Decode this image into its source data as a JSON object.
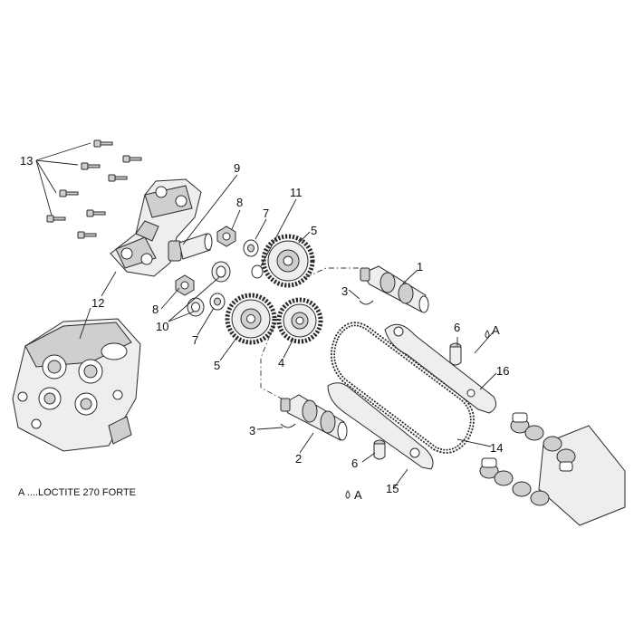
{
  "callouts": {
    "c1": "1",
    "c2": "2",
    "c3a": "3",
    "c3b": "3",
    "c4": "4",
    "c5a": "5",
    "c5b": "5",
    "c6a": "6",
    "c6b": "6",
    "c7a": "7",
    "c7b": "7",
    "c8a": "8",
    "c8b": "8",
    "c9": "9",
    "c10": "10",
    "c11": "11",
    "c12": "12",
    "c13": "13",
    "c14": "14",
    "c15": "15",
    "c16": "16",
    "cAa": "A",
    "cAb": "A"
  },
  "legend": {
    "note": "A ....LOCTITE 270 FORTE"
  }
}
